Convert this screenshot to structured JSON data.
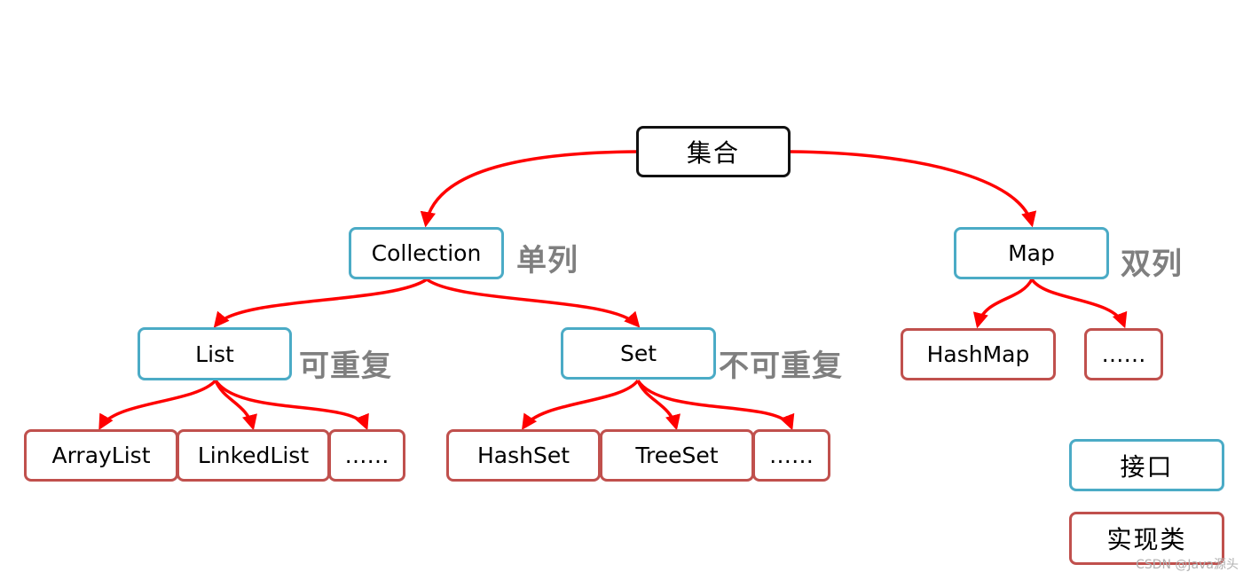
{
  "root": {
    "label": "集合"
  },
  "collection": {
    "label": "Collection",
    "note": "单列"
  },
  "map": {
    "label": "Map",
    "note": "双列"
  },
  "list": {
    "label": "List",
    "note": "可重复"
  },
  "set": {
    "label": "Set",
    "note": "不可重复"
  },
  "list_impls": [
    "ArrayList",
    "LinkedList",
    "……"
  ],
  "set_impls": [
    "HashSet",
    "TreeSet",
    "……"
  ],
  "map_impls": [
    "HashMap",
    "……"
  ],
  "legend": {
    "interface": "接口",
    "implementation": "实现类"
  },
  "watermark": "CSDN @Java源头",
  "colors": {
    "arrow": "#ff0000",
    "root_border": "#111111",
    "interface_border": "#4babc6",
    "implementation_border": "#c0504d",
    "note_text": "#7f7f7f"
  }
}
